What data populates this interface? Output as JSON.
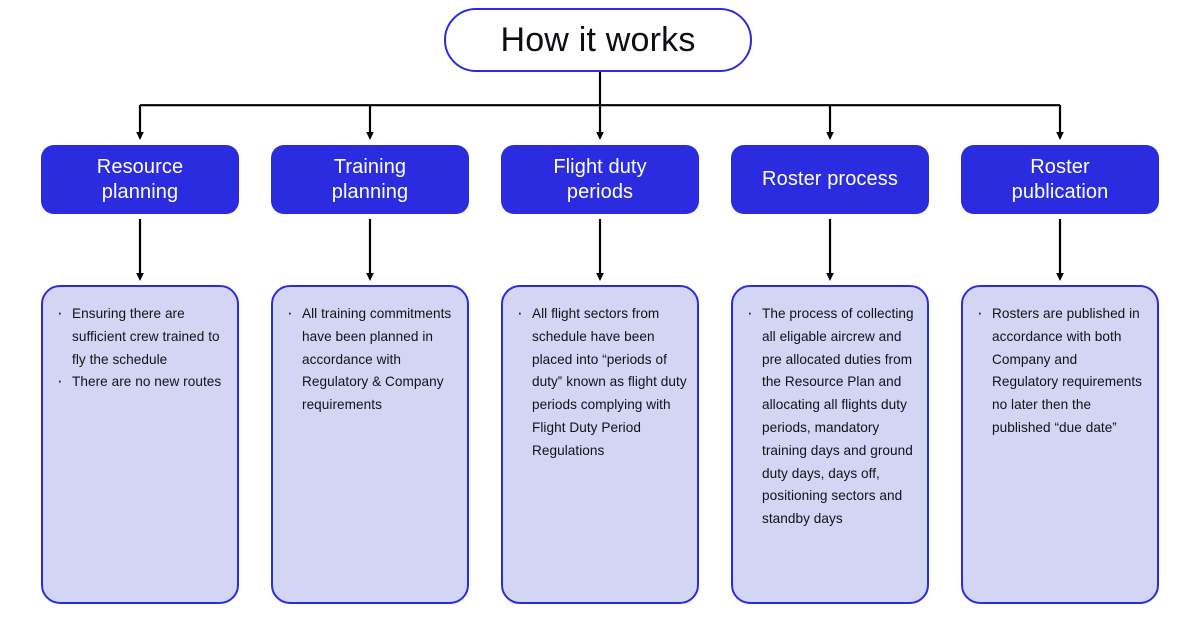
{
  "diagram": {
    "title": "How it works",
    "colors": {
      "accent": "#2b2ce0",
      "header_fill": "#2b2ce0",
      "header_text": "#ffffff",
      "content_fill": "#d3d5f4",
      "content_border": "#2b2ce0",
      "body_text": "#111118",
      "background": "#ffffff",
      "connector": "#000000"
    },
    "columns": [
      {
        "header": "Resource\nplanning",
        "bullets": [
          "Ensuring there are sufficient crew trained to fly the schedule",
          "There are no new routes"
        ]
      },
      {
        "header": "Training\nplanning",
        "bullets": [
          "All training commitments have been planned in accordance with Regulatory & Company requirements"
        ]
      },
      {
        "header": "Flight duty\nperiods",
        "bullets": [
          "All flight sectors from schedule have been placed into “periods of duty‟ known as flight duty periods complying with Flight Duty Period Regulations"
        ]
      },
      {
        "header": "Roster process",
        "bullets": [
          "The process of collecting all eligable aircrew and pre allocated duties from the Resource Plan and allocating all flights duty periods, mandatory training days and ground duty days, days off, positioning sectors and standby days"
        ]
      },
      {
        "header": "Roster\npublication",
        "bullets": [
          "Rosters are published in accordance with both Company and Regulatory requirements no later then the published “due date‟"
        ]
      }
    ]
  }
}
